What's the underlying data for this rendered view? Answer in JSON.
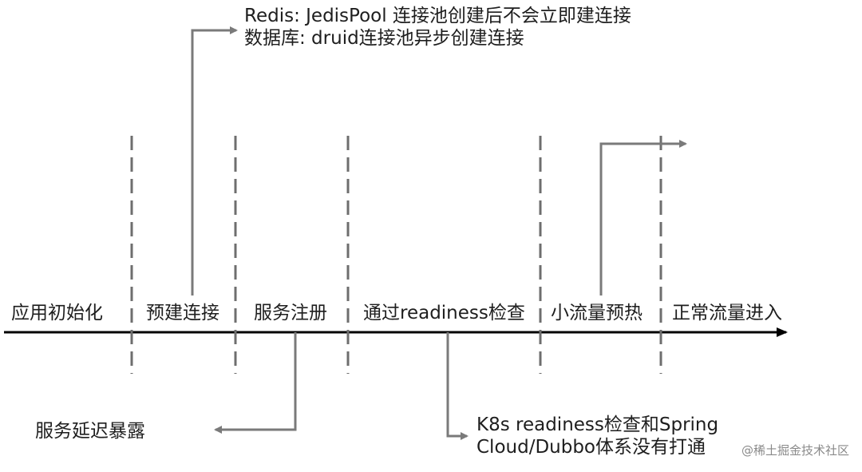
{
  "stages": [
    "应用初始化",
    "预建连接",
    "服务注册",
    "通过readiness检查",
    "小流量预热",
    "正常流量进入"
  ],
  "notes": {
    "preconnect": [
      "Redis: JedisPool 连接池创建后不会立即建连接",
      "数据库: druid连接池异步创建连接"
    ],
    "registration": "服务延迟暴露",
    "readiness": [
      "K8s readiness检查和Spring",
      "Cloud/Dubbo体系没有打通"
    ]
  },
  "watermark": "@稀土掘金技术社区",
  "colors": {
    "axis": "#000000",
    "divider": "#6e6e6e",
    "callout": "#7a7a7a",
    "text": "#1e1e1e"
  }
}
